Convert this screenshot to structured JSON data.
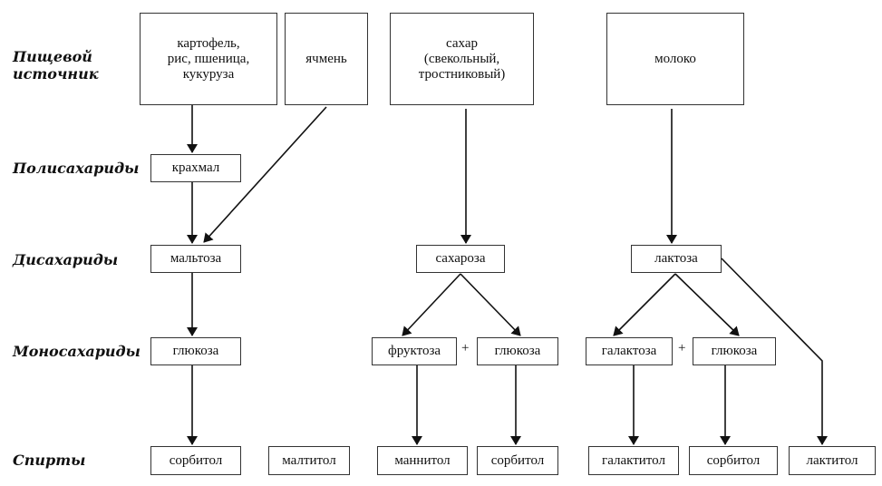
{
  "row_labels": {
    "source": "Пищевой\nисточник",
    "polysaccharides": "Полисахариды",
    "disaccharides": "Дисахариды",
    "monosaccharides": "Моносахариды",
    "alcohols": "Спирты"
  },
  "sources": {
    "grains": "картофель,\nрис, пшеница,\nкукуруза",
    "barley": "ячмень",
    "sugar": "сахар\n(свекольный,\nтростниковый)",
    "milk": "молоко"
  },
  "polysaccharides": {
    "starch": "крахмал"
  },
  "disaccharides": {
    "maltose": "мальтоза",
    "sucrose": "сахароза",
    "lactose": "лактоза"
  },
  "monosaccharides": {
    "glucose_1": "глюкоза",
    "fructose": "фруктоза",
    "glucose_2": "глюкоза",
    "galactose": "галактоза",
    "glucose_3": "глюкоза",
    "plus_1": "+",
    "plus_2": "+"
  },
  "alcohols": {
    "sorbitol_1": "сорбитол",
    "maltitol": "малтитол",
    "mannitol": "маннитол",
    "sorbitol_2": "сорбитол",
    "galactitol": "галактитол",
    "sorbitol_3": "сорбитол",
    "lactitol": "лактитол"
  }
}
